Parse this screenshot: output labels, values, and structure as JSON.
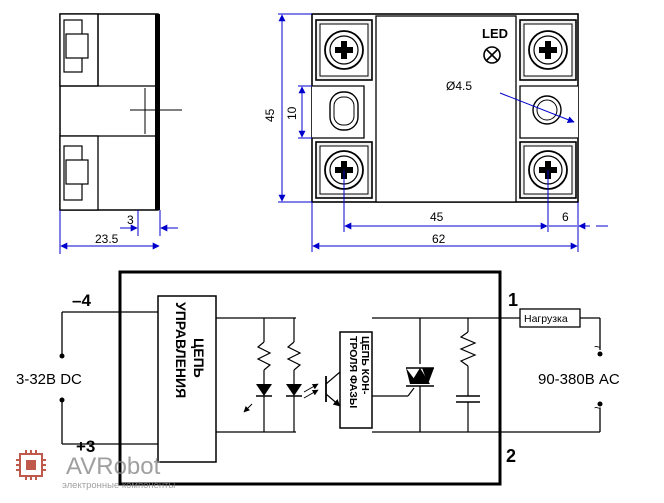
{
  "colors": {
    "dimension_line": "#0000cc",
    "outline": "#000000",
    "terminal_fill": "#f2f2f2",
    "logo_red": "#b03020",
    "logo_gray": "#888888"
  },
  "side_view": {
    "dim_width": "23.5",
    "dim_offset": "3"
  },
  "top_view": {
    "led_label": "LED",
    "hole_label": "Ø4.5",
    "dim_height": "45",
    "dim_hole_height": "10",
    "dim_hole_spacing": "45",
    "dim_edge_offset": "6",
    "dim_total_width": "62"
  },
  "schematic": {
    "pin_minus": "–4",
    "pin_plus": "+3",
    "pin_1": "1",
    "pin_2": "2",
    "input_voltage": "3-32В DC",
    "output_voltage": "90-380В AC",
    "control_block_lines": [
      "ЦЕПЬ",
      "УПРАВЛЕНИЯ"
    ],
    "phase_block_lines": [
      "ЦЕПЬ КОН-",
      "ТРОЛЯ ФАЗЫ"
    ],
    "load_label": "Нагрузка",
    "ac_symbol_top": "~",
    "ac_symbol_bottom": "~"
  },
  "logo": {
    "name": "AVRobot",
    "tagline": "электронные компоненты"
  }
}
